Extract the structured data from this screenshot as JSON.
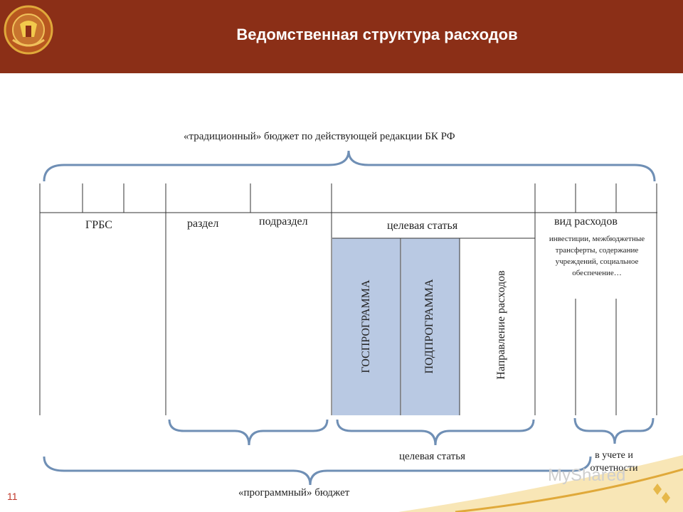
{
  "slide": {
    "title": "Ведомственная структура расходов",
    "page_number": "11",
    "watermark": "MyShared"
  },
  "captions": {
    "traditional": "«традиционный» бюджет по действующей редакции БК РФ",
    "program": "«программный» бюджет",
    "target_article_bottom": "целевая статья",
    "accounting": "в учете и отчетности"
  },
  "columns": {
    "grbs": "ГРБС",
    "section": "раздел",
    "subsection": "подраздел",
    "target_article": "целевая статья",
    "expense_type": "вид расходов",
    "expense_type_examples": "инвестиции, межбюджетные трансферты, содержание учреждений, социальное обеспечение…"
  },
  "sub_columns": {
    "state_program": "ГОСПРОГРАММА",
    "subprogram": "ПОДПРОГРАММА",
    "expense_direction": "Направление расходов"
  },
  "colors": {
    "header": "#8b2f17",
    "highlight": "#b9c9e3",
    "brace": "#6f8fb5",
    "accent": "#d99a1e"
  }
}
